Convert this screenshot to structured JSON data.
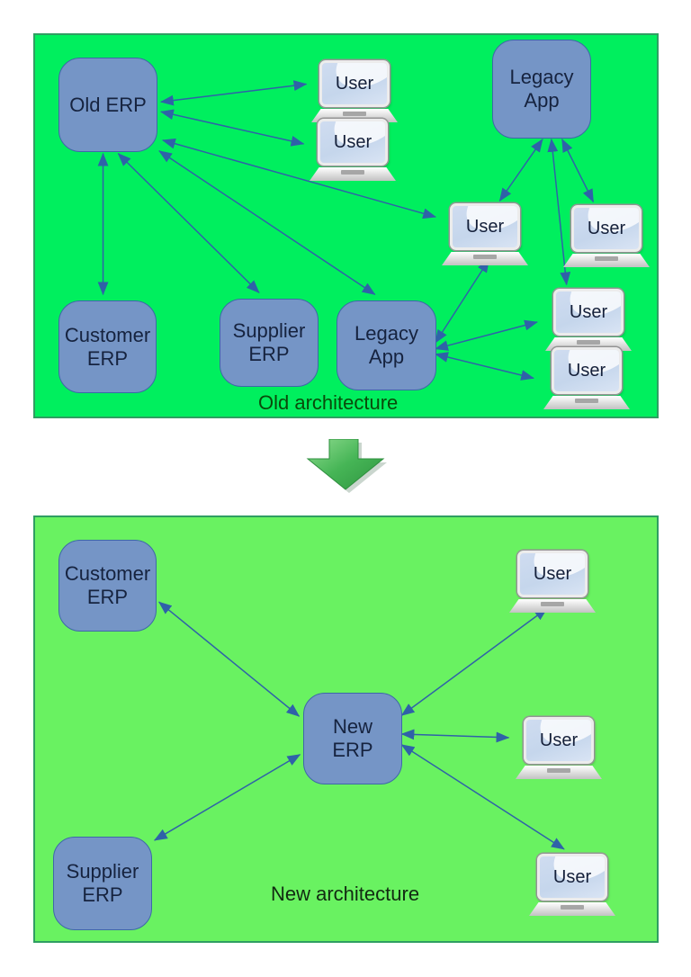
{
  "colors": {
    "page_bg": "#ffffff",
    "panel_old_bg": "#00ef5e",
    "panel_new_bg": "#69f261",
    "panel_border": "#2f9e62",
    "node_fill": "#7595c6",
    "node_border": "#3e68a8",
    "node_text": "#16233f",
    "arrow": "#2f62a8",
    "caption_old": "#0a4a0a",
    "caption_new": "#122b12",
    "transition_green": "#3fae4f"
  },
  "old": {
    "caption": "Old architecture",
    "nodes": {
      "old_erp": "Old ERP",
      "legacy_app_top": "Legacy App",
      "customer_erp": "Customer ERP",
      "supplier_erp": "Supplier ERP",
      "legacy_app_bottom": "Legacy App"
    },
    "users": [
      "User",
      "User",
      "User",
      "User",
      "User",
      "User"
    ]
  },
  "new": {
    "caption": "New architecture",
    "nodes": {
      "customer_erp": "Customer ERP",
      "new_erp": "New ERP",
      "supplier_erp": "Supplier ERP"
    },
    "users": [
      "User",
      "User",
      "User"
    ]
  }
}
